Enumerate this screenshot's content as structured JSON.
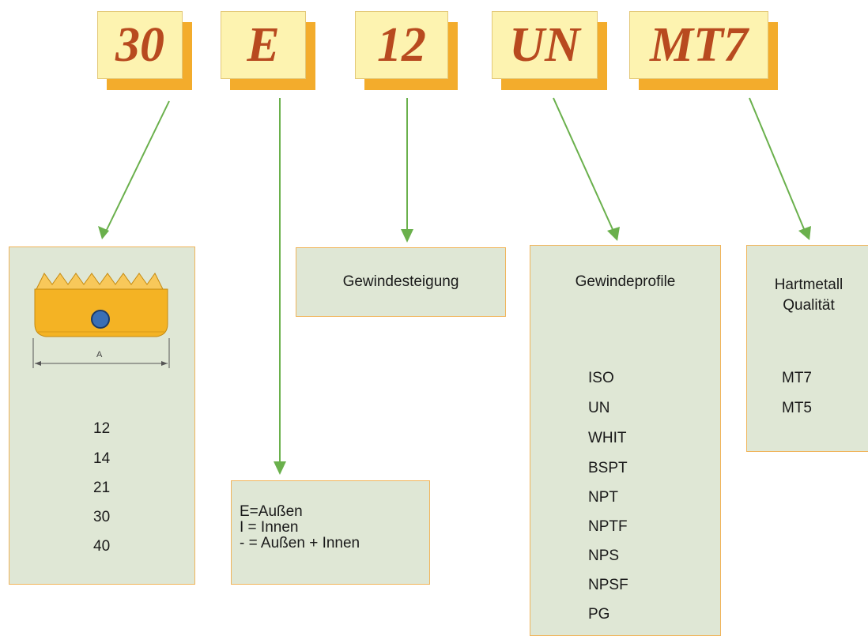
{
  "codes": [
    {
      "id": "size",
      "text": "30"
    },
    {
      "id": "type",
      "text": "E"
    },
    {
      "id": "pitch",
      "text": "12"
    },
    {
      "id": "profile",
      "text": "UN"
    },
    {
      "id": "grade",
      "text": "MT7"
    }
  ],
  "size_panel": {
    "dimension_label": "A",
    "values": [
      "12",
      "14",
      "21",
      "30",
      "40"
    ]
  },
  "type_panel": {
    "lines": [
      "E=Außen",
      "I = Innen",
      "- = Außen + Innen"
    ]
  },
  "pitch_panel": {
    "title": "Gewindesteigung"
  },
  "profile_panel": {
    "title": "Gewindeprofile",
    "values": [
      "ISO",
      "UN",
      "WHIT",
      "BSPT",
      "NPT",
      "NPTF",
      "NPS",
      "NPSF",
      "PG"
    ]
  },
  "grade_panel": {
    "title_line1": "Hartmetall",
    "title_line2": "Qualität",
    "values": [
      "MT7",
      "MT5"
    ]
  },
  "colors": {
    "code_text": "#b84a1f",
    "code_face": "#fdf3b0",
    "code_shadow": "#f3ac2c",
    "panel_fill": "#dfe7d5",
    "panel_border": "#f0b45a",
    "arrow": "#6ab04c",
    "insert_body": "#f4b324",
    "insert_hole": "#3a6fb5"
  }
}
